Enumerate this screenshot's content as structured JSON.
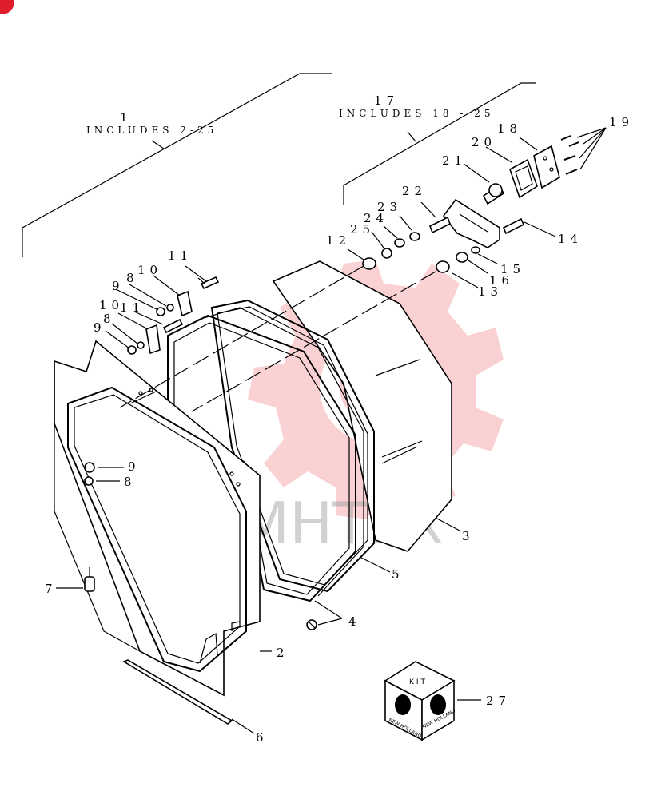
{
  "assembly": {
    "main": {
      "number": "1",
      "includes": "INCLUDES 2-25"
    },
    "sub": {
      "number": "17",
      "includes": "INCLUDES 18 - 25"
    }
  },
  "callouts": {
    "c2": "2",
    "c3": "3",
    "c4": "4",
    "c5": "5",
    "c6": "6",
    "c7": "7",
    "c8a": "8",
    "c9a": "9",
    "c8b": "8",
    "c9b": "9",
    "c8c": "8",
    "c9c": "9",
    "c10a": "10",
    "c10b": "10",
    "c11a": "11",
    "c11b": "11",
    "c12": "12",
    "c13": "13",
    "c14": "14",
    "c15": "15",
    "c16": "16",
    "c18": "18",
    "c19": "19",
    "c20": "20",
    "c21": "21",
    "c22": "22",
    "c23": "23",
    "c24": "24",
    "c25": "25",
    "c27": "27"
  },
  "kit": {
    "label": "KIT",
    "brand_left": "NEW HOLLAND",
    "brand_right": "NEW HOLLAND"
  },
  "watermark": {
    "text": "MHTEX",
    "color": "#e8323c"
  },
  "corner_marker_color": "#e01e2b"
}
